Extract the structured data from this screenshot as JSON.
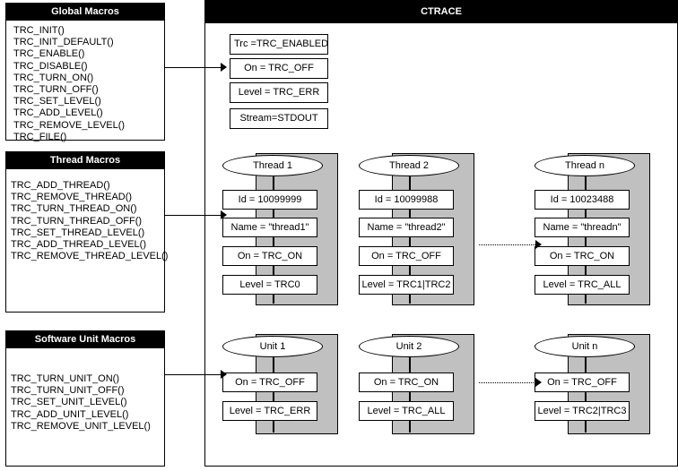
{
  "diagram": {
    "title": "CTRACE"
  },
  "panels": [
    {
      "title": "Global Macros",
      "items": [
        "TRC_INIT()",
        "TRC_INIT_DEFAULT()",
        "TRC_ENABLE()",
        "TRC_DISABLE()",
        "TRC_TURN_ON()",
        "TRC_TURN_OFF()",
        "TRC_SET_LEVEL()",
        "TRC_ADD_LEVEL()",
        "TRC_REMOVE_LEVEL()",
        "TRC_FILE()"
      ]
    },
    {
      "title": "Thread Macros",
      "items": [
        "TRC_ADD_THREAD()",
        "TRC_REMOVE_THREAD()",
        "TRC_TURN_THREAD_ON()",
        "TRC_TURN_THREAD_OFF()",
        "TRC_SET_THREAD_LEVEL()",
        "TRC_ADD_THREAD_LEVEL()",
        "TRC_REMOVE_THREAD_LEVEL()"
      ]
    },
    {
      "title": "Software Unit Macros",
      "items": [
        "TRC_TURN_UNIT_ON()",
        "TRC_TURN_UNIT_OFF()",
        "TRC_SET_UNIT_LEVEL()",
        "TRC_ADD_UNIT_LEVEL()",
        "TRC_REMOVE_UNIT_LEVEL()"
      ]
    }
  ],
  "global_settings": {
    "fields": [
      "Trc =TRC_ENABLED",
      "On = TRC_OFF",
      "Level = TRC_ERR",
      "Stream=STDOUT"
    ]
  },
  "threads": [
    {
      "label": "Thread 1",
      "fields": [
        "Id = 10099999",
        "Name = \"thread1\"",
        "On = TRC_ON",
        "Level = TRC0"
      ]
    },
    {
      "label": "Thread 2",
      "fields": [
        "Id = 10099988",
        "Name = \"thread2\"",
        "On = TRC_OFF",
        "Level = TRC1|TRC2"
      ]
    },
    {
      "label": "Thread n",
      "fields": [
        "Id = 10023488",
        "Name = \"threadn\"",
        "On = TRC_ON",
        "Level = TRC_ALL"
      ]
    }
  ],
  "units": [
    {
      "label": "Unit 1",
      "fields": [
        "On = TRC_OFF",
        "Level = TRC_ERR"
      ]
    },
    {
      "label": "Unit 2",
      "fields": [
        "On = TRC_ON",
        "Level = TRC_ALL"
      ]
    },
    {
      "label": "Unit n",
      "fields": [
        "On = TRC_OFF",
        "Level = TRC2|TRC3"
      ]
    }
  ],
  "colors": {
    "header_bg": "#000000",
    "header_fg": "#ffffff",
    "gray_block": "#c0c0c0",
    "border": "#000000",
    "page_bg": "#ffffff"
  }
}
